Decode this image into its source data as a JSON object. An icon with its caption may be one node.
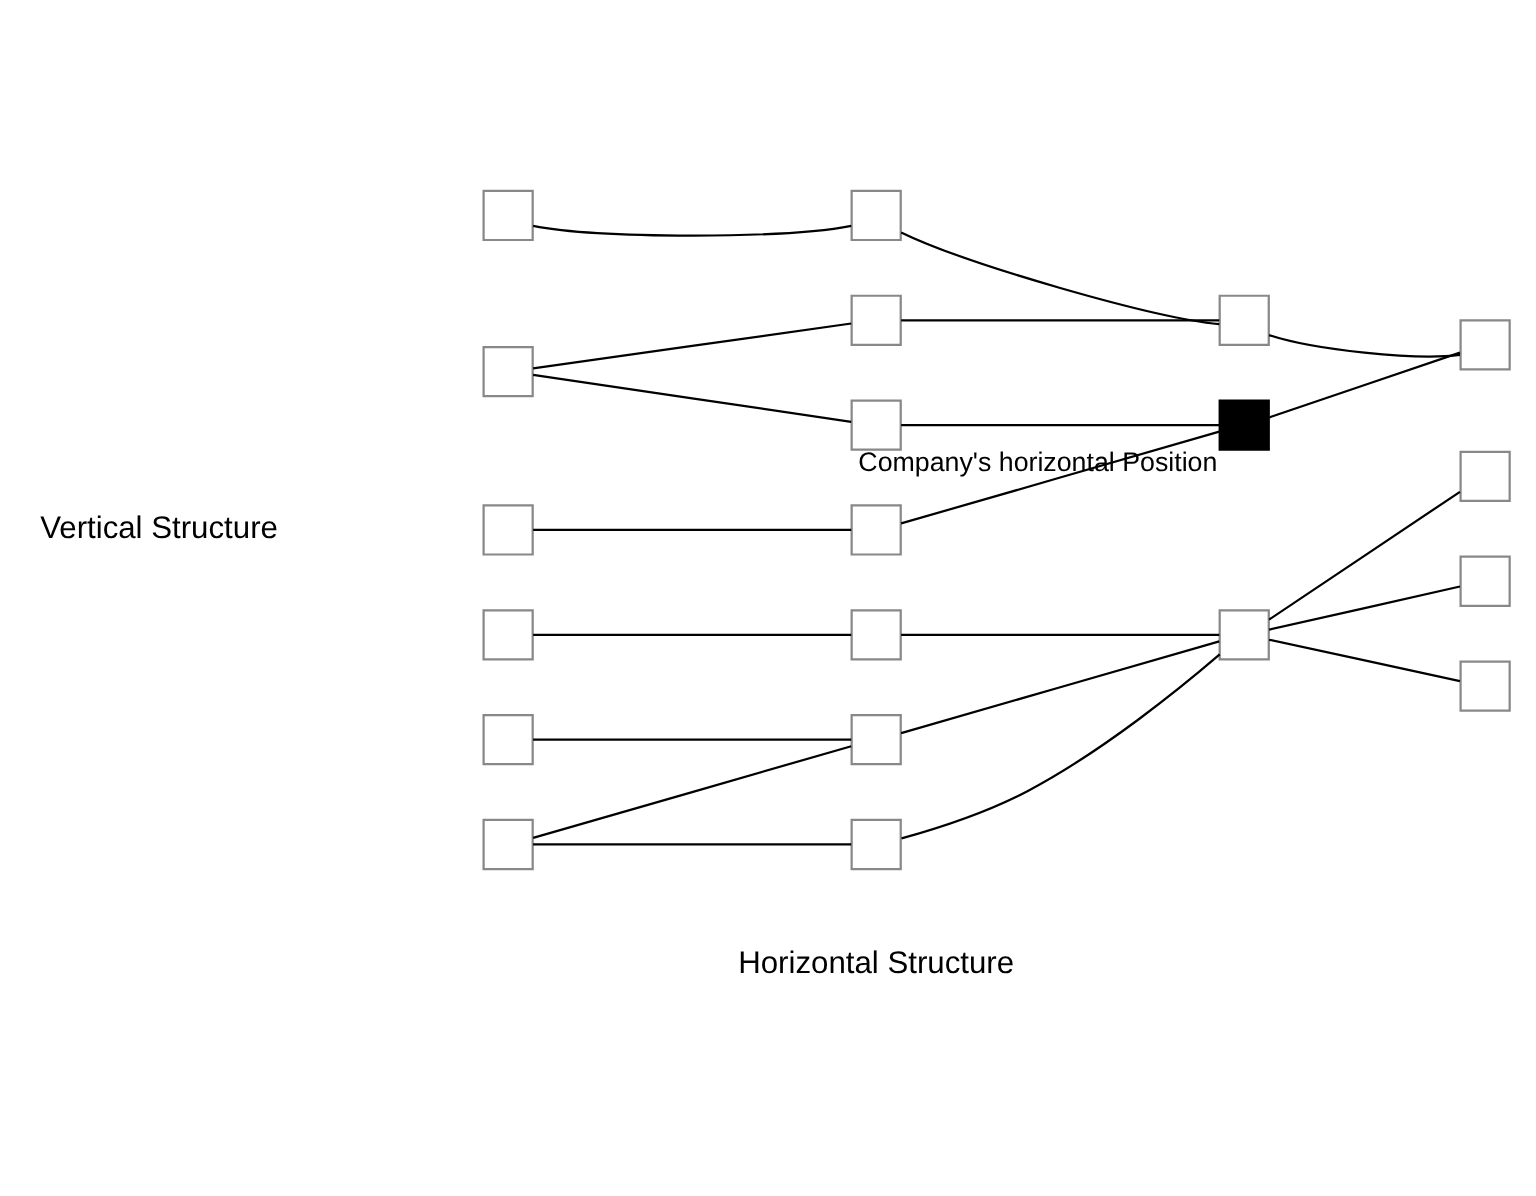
{
  "diagram": {
    "nodes": [
      {
        "text": [],
        "shape": "box"
      },
      {
        "text": [],
        "shape": "box"
      },
      {
        "text": [],
        "shape": "box"
      },
      {
        "text": [],
        "shape": "box"
      },
      {
        "text": [],
        "shape": "box"
      },
      {
        "text": [],
        "shape": "box"
      },
      {
        "text": [],
        "shape": "box"
      },
      {
        "text": [],
        "shape": "box"
      },
      {
        "text": [],
        "shape": "box"
      },
      {
        "text": [],
        "shape": "box"
      },
      {
        "text": [],
        "shape": "box"
      },
      {
        "text": [],
        "shape": "box"
      },
      {
        "text": [],
        "shape": "box"
      },
      {
        "text": [],
        "shape": "box"
      },
      {
        "text": [],
        "shape": "box",
        "beside": [
          "Company's horizontal Position"
        ]
      },
      {
        "text": [],
        "shape": "box"
      },
      {
        "text": [],
        "shape": "box"
      },
      {
        "text": [],
        "shape": "box"
      },
      {
        "text": [],
        "shape": "box"
      },
      {
        "text": [],
        "shape": "box"
      }
    ],
    "edges": [
      {
        "from": 0,
        "to": 6,
        "arrow": "none"
      },
      {
        "from": 6,
        "to": 13,
        "arrow": "none"
      },
      {
        "from": 7,
        "to": 13,
        "arrow": "none"
      },
      {
        "from": 1,
        "to": 7,
        "arrow": "none"
      },
      {
        "from": 1,
        "to": 8,
        "arrow": "none"
      },
      {
        "from": 8,
        "to": 14,
        "arrow": "none"
      },
      {
        "from": 13,
        "to": 16,
        "arrow": "none"
      },
      {
        "from": 14,
        "to": 16,
        "arrow": "none"
      },
      {
        "from": 2,
        "to": 9,
        "arrow": "none"
      },
      {
        "from": 9,
        "to": 14,
        "arrow": "none"
      },
      {
        "from": 3,
        "to": 10,
        "arrow": "none"
      },
      {
        "from": 10,
        "to": 15,
        "arrow": "none"
      },
      {
        "from": 15,
        "to": 17,
        "arrow": "none"
      },
      {
        "from": 15,
        "to": 18,
        "arrow": "none"
      },
      {
        "from": 15,
        "to": 19,
        "arrow": "none"
      },
      {
        "from": 4,
        "to": 11,
        "arrow": "none"
      },
      {
        "from": 5,
        "to": 11,
        "arrow": "none"
      },
      {
        "from": 5,
        "to": 12,
        "arrow": "none"
      },
      {
        "from": 11,
        "to": 15,
        "arrow": "none"
      },
      {
        "from": 12,
        "to": 15,
        "arrow": "none"
      }
    ],
    "labels": [
      "Vertical Structure",
      "Horizontal Structure"
    ]
  }
}
